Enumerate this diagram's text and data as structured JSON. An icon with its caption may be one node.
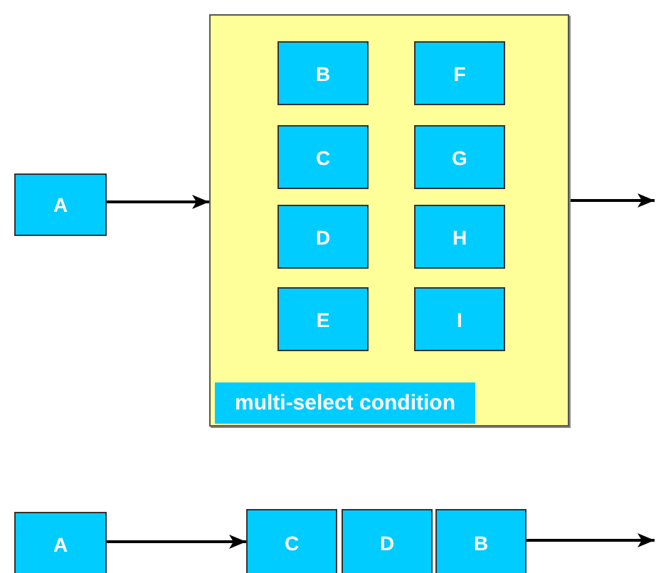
{
  "diagram": {
    "nodes": [
      {
        "text": [
          "A"
        ]
      },
      {
        "text": [],
        "shape": "box"
      },
      {
        "text": [
          "B"
        ],
        "in": 1
      },
      {
        "text": [
          "F"
        ],
        "in": 1
      },
      {
        "text": [
          "C"
        ],
        "in": 1
      },
      {
        "text": [
          "G"
        ],
        "in": 1
      },
      {
        "text": [
          "D"
        ],
        "in": 1
      },
      {
        "text": [
          "H"
        ],
        "in": 1
      },
      {
        "text": [
          "E"
        ],
        "in": 1
      },
      {
        "text": [
          "I"
        ],
        "in": 1
      },
      {
        "text": [
          "multi-select condition"
        ],
        "in": 1
      },
      {
        "text": [
          "A"
        ]
      },
      {
        "text": [
          "C"
        ]
      },
      {
        "text": [
          "D"
        ]
      },
      {
        "text": [
          "B"
        ]
      }
    ],
    "edges": [
      {
        "from": 0,
        "to": 1,
        "arrow": "to"
      },
      {
        "from": 1,
        "to": null,
        "arrow": "to"
      },
      {
        "from": 11,
        "to": 12,
        "arrow": "to"
      },
      {
        "from": 14,
        "to": null,
        "arrow": "to"
      }
    ]
  }
}
